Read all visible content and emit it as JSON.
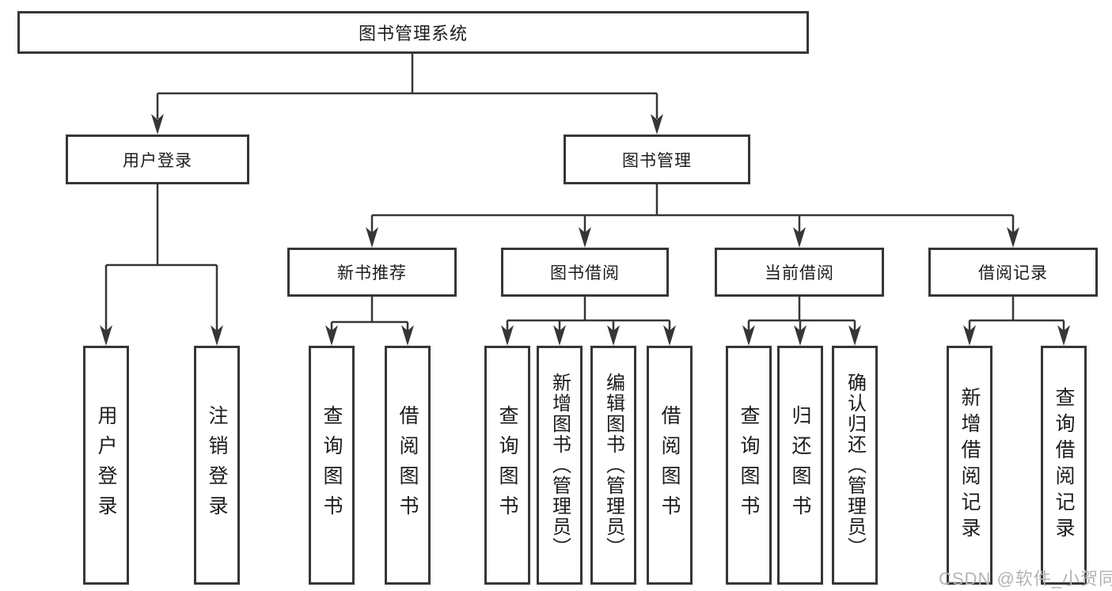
{
  "tree": {
    "root": "图书管理系统",
    "level2": [
      {
        "label": "用户登录"
      },
      {
        "label": "图书管理"
      }
    ],
    "level3": [
      {
        "label": "新书推荐"
      },
      {
        "label": "图书借阅"
      },
      {
        "label": "当前借阅"
      },
      {
        "label": "借阅记录"
      }
    ],
    "leaves": {
      "login": [
        "用户登录",
        "注销登录"
      ],
      "recommend": [
        "查询图书",
        "借阅图书"
      ],
      "borrow": [
        "查询图书",
        "新增图书（管理员）",
        "编辑图书（管理员）",
        "借阅图书"
      ],
      "current": [
        "查询图书",
        "归还图书",
        "确认归还（管理员）"
      ],
      "records": [
        "新增借阅记录",
        "查询借阅记录"
      ]
    }
  },
  "watermark": {
    "text": "CSDN @软件_小贺同学"
  },
  "colors": {
    "line": "#363636",
    "text": "#1c1c1c",
    "watermark": "#b4b4b4",
    "background": "#ffffff"
  }
}
